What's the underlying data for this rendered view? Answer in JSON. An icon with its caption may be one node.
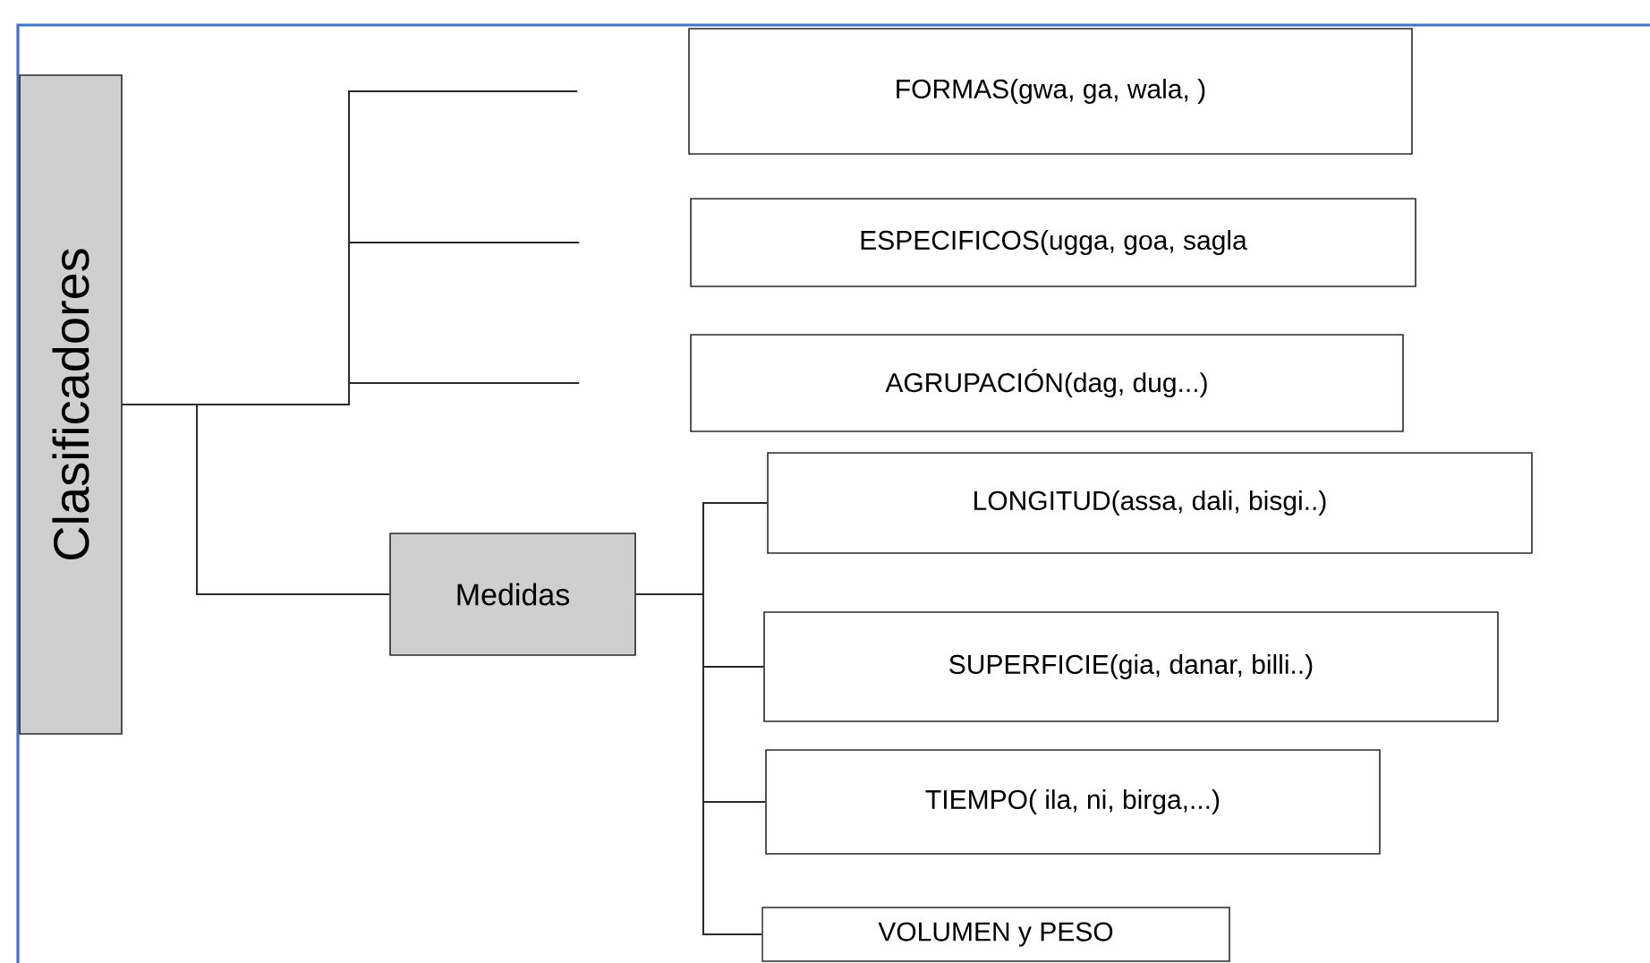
{
  "diagram": {
    "nodes": [
      {
        "text": [
          "Clasificadores"
        ]
      },
      {
        "text": [
          "FORMAS(gwa, ga, wala, )"
        ]
      },
      {
        "text": [
          "ESPECIFICOS(ugga, goa, sagla"
        ]
      },
      {
        "text": [
          "AGRUPACIÓN(dag, dug...)"
        ]
      },
      {
        "text": [
          "Medidas"
        ]
      },
      {
        "text": [
          "LONGITUD(assa, dali,  bisgi..)"
        ]
      },
      {
        "text": [
          "SUPERFICIE(gia, danar, billi..)"
        ]
      },
      {
        "text": [
          "TIEMPO( ila, ni, birga,...)"
        ]
      },
      {
        "text": [
          "VOLUMEN y PESO"
        ]
      }
    ],
    "edges": [
      {
        "from": 0,
        "to": 1,
        "arrow": "none"
      },
      {
        "from": 0,
        "to": 2,
        "arrow": "none"
      },
      {
        "from": 0,
        "to": 3,
        "arrow": "none"
      },
      {
        "from": 0,
        "to": 4,
        "arrow": "none"
      },
      {
        "from": 4,
        "to": 5,
        "arrow": "none"
      },
      {
        "from": 4,
        "to": 6,
        "arrow": "none"
      },
      {
        "from": 4,
        "to": 7,
        "arrow": "none"
      },
      {
        "from": 4,
        "to": 8,
        "arrow": "none"
      }
    ]
  }
}
